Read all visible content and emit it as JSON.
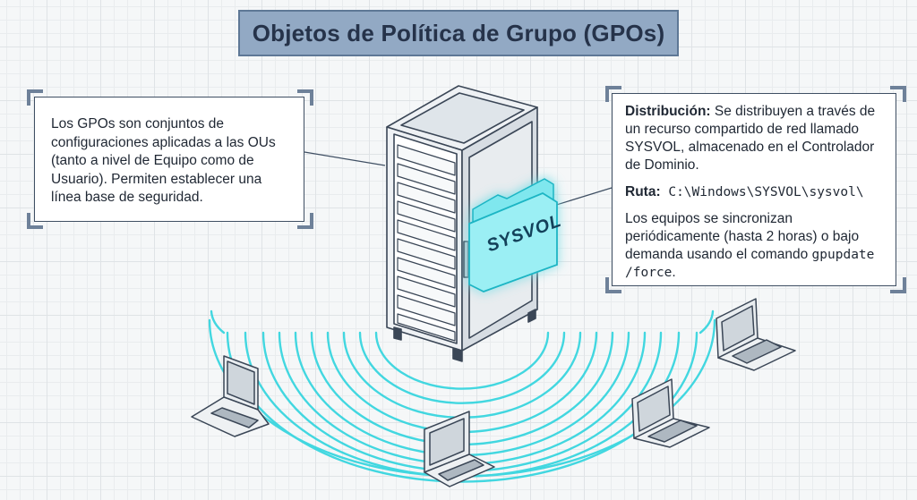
{
  "title": "Objetos de Política de Grupo (GPOs)",
  "left_panel": {
    "text": "Los GPOs son conjuntos de configuraciones aplicadas a las OUs (tanto a nivel de Equipo como de Usuario). Permiten establecer una línea base de seguridad."
  },
  "right_panel": {
    "distribution_label": "Distribución:",
    "distribution_text": " Se distribuyen a través de un recurso compartido de red llamado SYSVOL, almacenado en el Controlador de Dominio.",
    "path_label": "Ruta:",
    "path_value": " C:\\Windows\\SYSVOL\\sysvol\\",
    "sync_text": "Los equipos se sincronizan periódicamente (hasta 2 horas) o bajo demanda usando el comando ",
    "sync_command": "gpupdate /force",
    "sync_end": "."
  },
  "folder_label": "SYSVOL",
  "colors": {
    "accent_cyan": "#2fd4de",
    "title_bg": "#92a9c4",
    "panel_border": "#3f4f63",
    "server_body": "#ffffff"
  },
  "icons": [
    "server-rack-icon",
    "folder-icon",
    "laptop-icon",
    "wifi-waves-icon"
  ]
}
